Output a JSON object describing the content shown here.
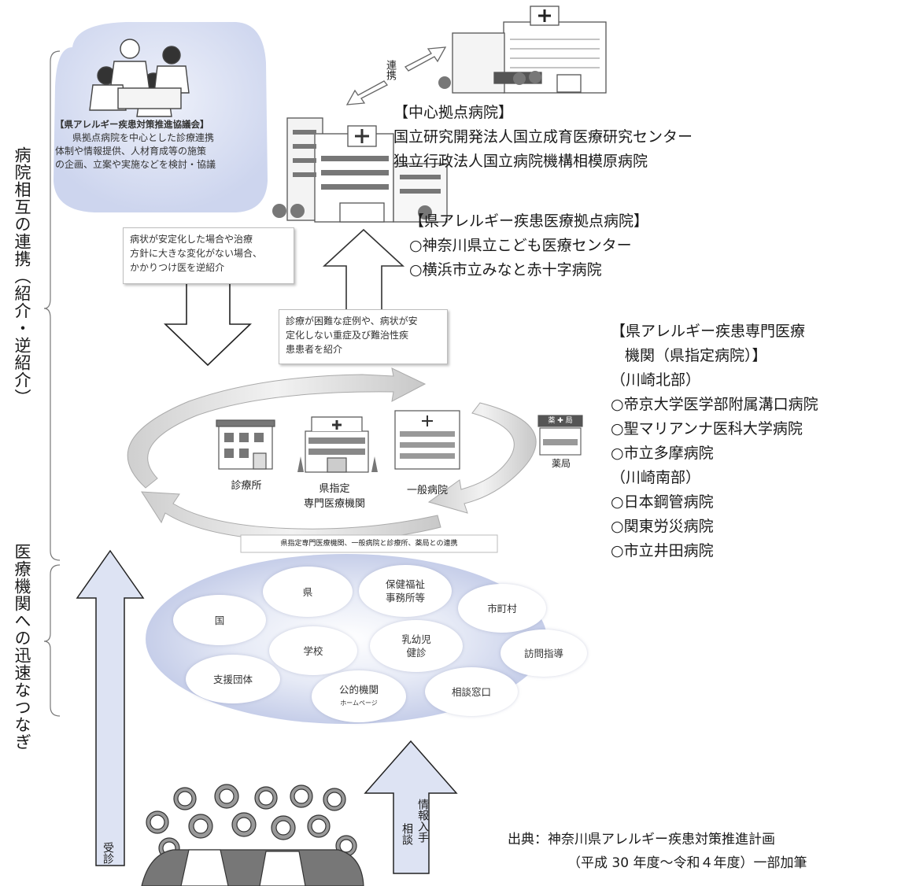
{
  "side_labels": {
    "top": "病院相互の連携（紹介・逆紹介）",
    "bottom": "医療機関への迅速なつなぎ"
  },
  "council": {
    "title": "【県アレルギー疾患対策推進協議会】",
    "lines": [
      "県拠点病院を中心とした診療連携",
      "体制や情報提供、人材育成等の施策",
      "の企画、立案や実施などを検討・協議"
    ]
  },
  "renkei_label": "連携",
  "center_hospital": {
    "title": "【中心拠点病院】",
    "items": [
      "国立研究開発法人国立成育医療研究センター",
      "独立行政法人国立病院機構相模原病院"
    ]
  },
  "base_hospital": {
    "title": "【県アレルギー疾患医療拠点病院】",
    "items": [
      "○神奈川県立こども医療センター",
      "○横浜市立みなと赤十字病院"
    ]
  },
  "reverse_referral_note": [
    "病状が安定化した場合や治療",
    "方針に大きな変化がない場合、",
    "かかりつけ医を逆紹介"
  ],
  "referral_note": [
    "診療が困難な症例や、病状が安",
    "定化しない重症及び難治性疾",
    "患患者を紹介"
  ],
  "designated": {
    "title_line1": "【県アレルギー疾患専門医療",
    "title_line2": "機関（県指定病院）】",
    "north_label": "（川崎北部）",
    "north_items": [
      "○帝京大学医学部附属溝口病院",
      "○聖マリアンナ医科大学病院",
      "○市立多摩病院"
    ],
    "south_label": "（川崎南部）",
    "south_items": [
      "○日本鋼管病院",
      "○関東労災病院",
      "○市立井田病院"
    ]
  },
  "cycle": {
    "clinic": "診療所",
    "designated_line1": "県指定",
    "designated_line2": "専門医療機関",
    "general": "一般病院",
    "pharmacy": "薬局",
    "pharmacy_sign": "薬 ✚ 局",
    "caption": "県指定専門医療機関、一般病院と診療所、薬局との連携"
  },
  "bubbles": {
    "kuni": "国",
    "ken": "県",
    "hoken1": "保健福祉",
    "hoken2": "事務所等",
    "shichouson": "市町村",
    "gakkou": "学校",
    "nyuyouji1": "乳幼児",
    "nyuyouji2": "健診",
    "houmon": "訪問指導",
    "shien": "支援団体",
    "kouteki": "公的機関",
    "kouteki_sub": "ホームページ",
    "soudan": "相談窓口"
  },
  "arrows": {
    "jushin": "受診",
    "joho": "情報入手",
    "soudan": "相談"
  },
  "source": {
    "line1": "出典：神奈川県アレルギー疾患対策推進計画",
    "line2": "（平成 30 年度～令和４年度）一部加筆"
  },
  "colors": {
    "arrow_blue": "#dde3f3",
    "cloud_blue": "#c9d1ea",
    "council_blue": "#d3daf0"
  }
}
